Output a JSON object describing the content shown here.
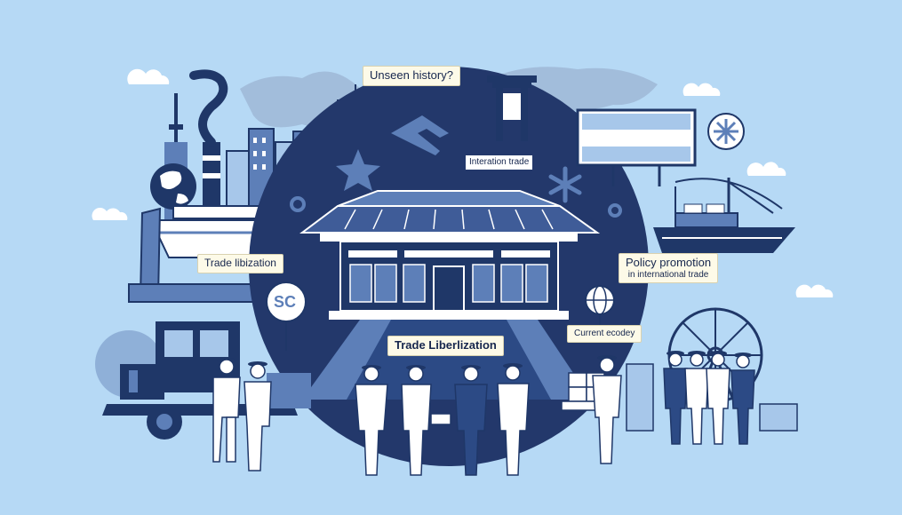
{
  "labels": {
    "unseen_history": "Unseen history?",
    "international_trade": "Interation trade",
    "trade_liberalization_left": "Trade libization",
    "policy_promotion_line1": "Policy promotion",
    "policy_promotion_line2": "in international trade",
    "trade_liberalization_center": "Trade Liberlization",
    "current_economy": "Current ecodey",
    "currency_sign": "SC"
  },
  "colors": {
    "background": "#b6d9f5",
    "navy": "#1f3768",
    "mid_blue": "#5d7fb8",
    "light_blue": "#a7c7ea",
    "white": "#ffffff",
    "label_bg": "#fdfae8"
  },
  "icons": [
    "globe-icon",
    "airplane-icon",
    "star-icon",
    "snowflake-icon",
    "gear-icon",
    "ferris-wheel-icon",
    "currency-sign-icon"
  ]
}
